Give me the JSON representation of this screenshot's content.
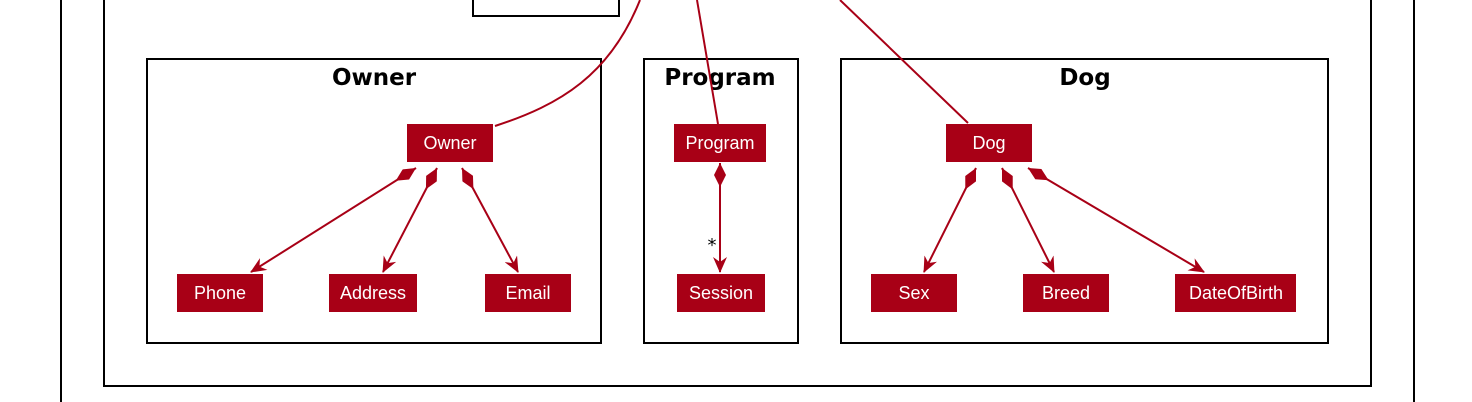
{
  "colors": {
    "class_fill": "#A80016",
    "edge": "#A80016",
    "frame": "#000000",
    "background": "#ffffff"
  },
  "packages": {
    "owner": {
      "title": "Owner"
    },
    "program": {
      "title": "Program"
    },
    "dog": {
      "title": "Dog"
    }
  },
  "classes": {
    "owner": "Owner",
    "phone": "Phone",
    "address": "Address",
    "email": "Email",
    "program": "Program",
    "session": "Session",
    "dog": "Dog",
    "sex": "Sex",
    "breed": "Breed",
    "dob": "DateOfBirth"
  },
  "multiplicities": {
    "program_session": "*"
  }
}
